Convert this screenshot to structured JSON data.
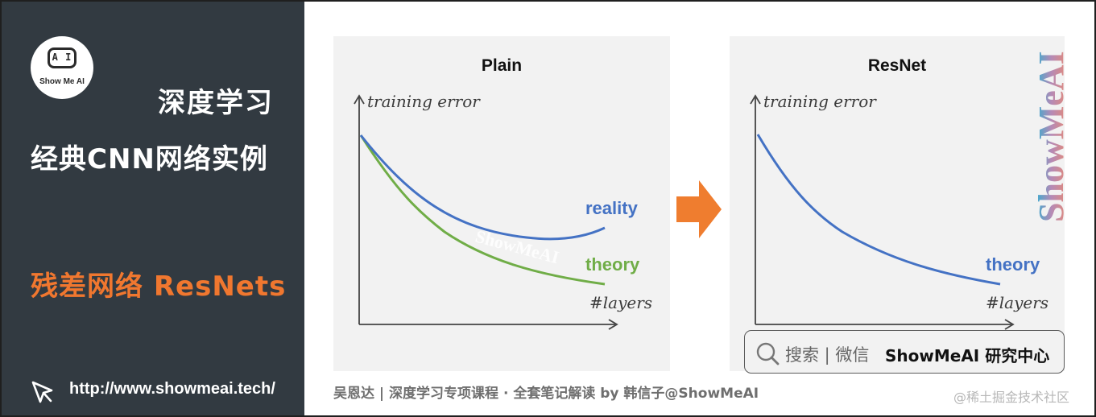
{
  "sidebar": {
    "logo_text": "Show Me AI",
    "logo_face": "A I",
    "title_line1": "深度学习",
    "title_line2": "经典CNN网络实例",
    "title_line3": "残差网络 ResNets",
    "url": "http://www.showmeai.tech/"
  },
  "diagram": {
    "plain": {
      "title": "Plain",
      "y_label": "training error",
      "x_label": "#layers",
      "reality_label": "reality",
      "theory_label": "theory",
      "watermark": "ShowMeAI"
    },
    "resnet": {
      "title": "ResNet",
      "y_label": "training error",
      "x_label": "#layers",
      "theory_label": "theory"
    }
  },
  "vertical_watermark": "ShowMeAI",
  "search": {
    "text": "搜索 | 微信",
    "brand": "ShowMeAI 研究中心"
  },
  "caption": "吴恩达 | 深度学习专项课程 · 全套笔记解读  by 韩信子@ShowMeAI",
  "corner_watermark": "@稀土掘金技术社区",
  "colors": {
    "sidebar_bg": "#323a41",
    "accent_orange": "#f0772f",
    "reality_blue": "#4472c4",
    "theory_green": "#70ad47",
    "panel_bg": "#f2f2f2"
  }
}
